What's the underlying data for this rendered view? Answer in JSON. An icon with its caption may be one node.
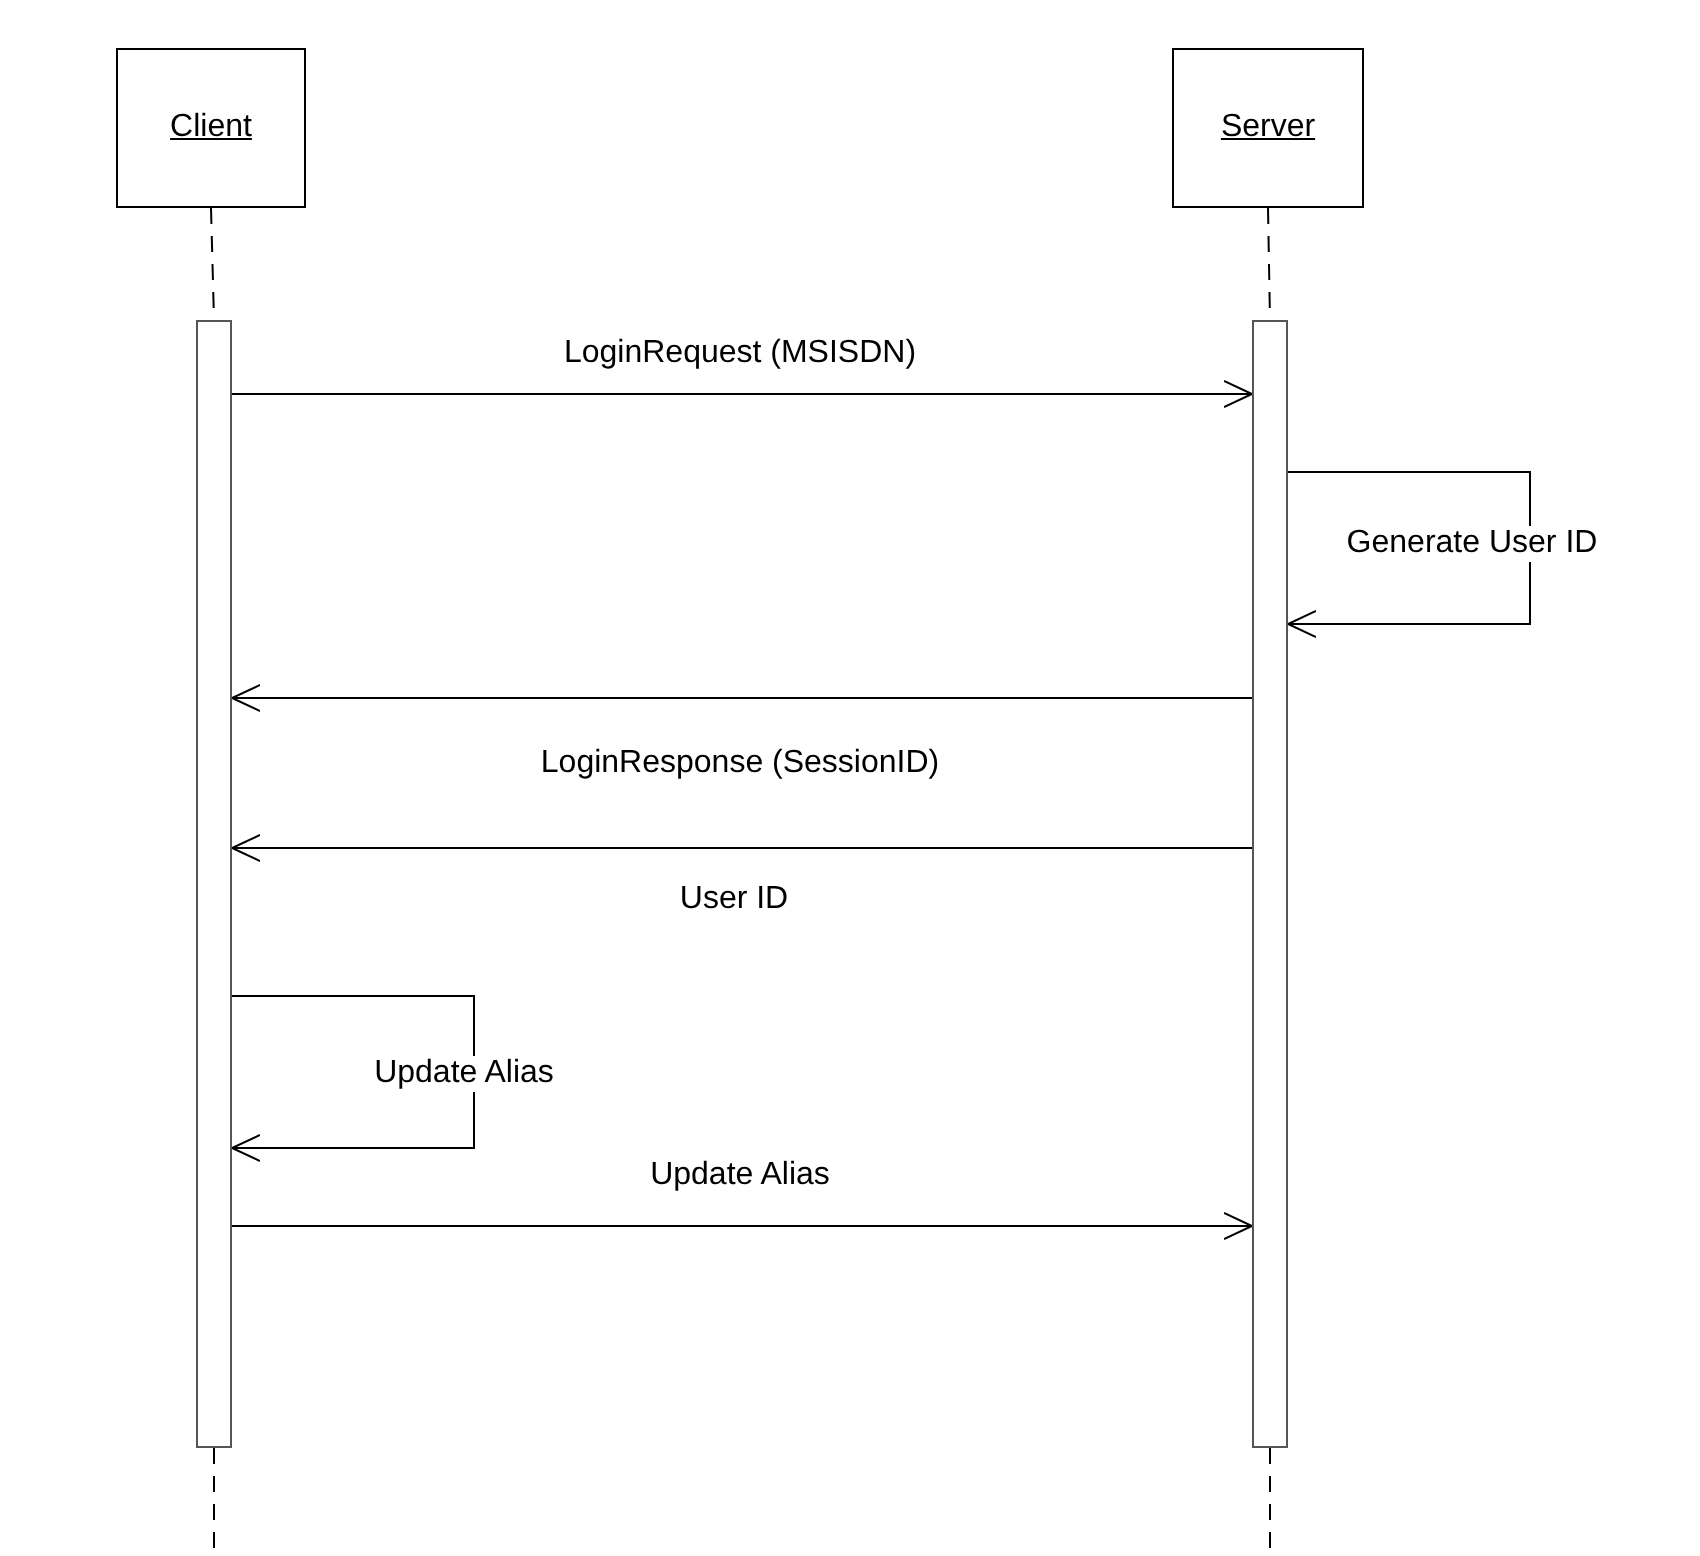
{
  "diagram": {
    "nodes": [
      {
        "text": [
          "Client"
        ]
      },
      {
        "text": [
          "Server"
        ]
      },
      {
        "text": [],
        "shape": "bar"
      },
      {
        "text": [],
        "shape": "bar"
      }
    ],
    "edges": [
      {
        "from": 0,
        "to": 2,
        "arrow": "none",
        "style": "dashed"
      },
      {
        "from": 1,
        "to": 3,
        "arrow": "none",
        "style": "dashed"
      },
      {
        "from": 2,
        "to": 3,
        "arrow": "to",
        "label": "LoginRequest (MSISDN)"
      },
      {
        "from": 3,
        "to": 3,
        "arrow": "to",
        "label": "Generate User ID"
      },
      {
        "from": 3,
        "to": 2,
        "arrow": "to",
        "label": "LoginResponse (SessionID)"
      },
      {
        "from": 3,
        "to": 2,
        "arrow": "to",
        "label": "User ID"
      },
      {
        "from": 2,
        "to": 2,
        "arrow": "to",
        "label": "Update Alias"
      },
      {
        "from": 2,
        "to": 3,
        "arrow": "to",
        "label": "Update Alias"
      }
    ]
  }
}
